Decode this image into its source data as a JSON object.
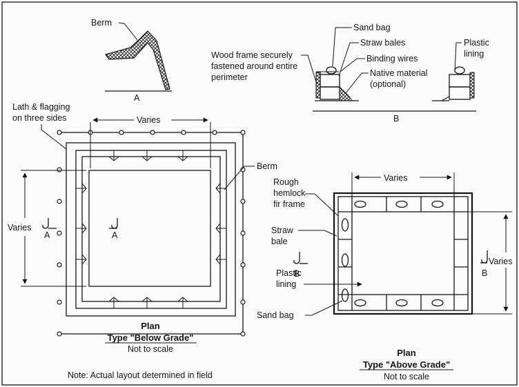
{
  "section_a": {
    "berm_label": "Berm",
    "section_letter": "A"
  },
  "section_b": {
    "sand_bag": "Sand bag",
    "straw_bales": "Straw bales",
    "binding_wires": "Binding wires",
    "native_material_1": "Native material",
    "native_material_2": "(optional)",
    "plastic_lining_1": "Plastic",
    "plastic_lining_2": "lining",
    "wood_frame_1": "Wood frame securely",
    "wood_frame_2": "fastened around entire",
    "wood_frame_3": "perimeter",
    "section_letter": "B"
  },
  "below_grade": {
    "lath_1": "Lath & flagging",
    "lath_2": "on three sides",
    "varies_top": "Varies",
    "varies_left": "Varies",
    "berm": "Berm",
    "cut_letter": "A",
    "plan_title": "Plan",
    "type_title": "Type \"Below Grade\"",
    "scale_note": "Not to scale",
    "field_note": "Note: Actual layout determined in field"
  },
  "above_grade": {
    "varies_top": "Varies",
    "varies_right": "Varies",
    "rough_1": "Rough",
    "rough_2": "hemlock",
    "rough_3": "fir frame",
    "straw_1": "Straw",
    "straw_2": "bale",
    "plastic_1": "Plastic",
    "plastic_2": "lining",
    "sand_bag": "Sand bag",
    "cut_letter": "B",
    "plan_title": "Plan",
    "type_title": "Type \"Above Grade\"",
    "scale_note": "Not to scale"
  }
}
